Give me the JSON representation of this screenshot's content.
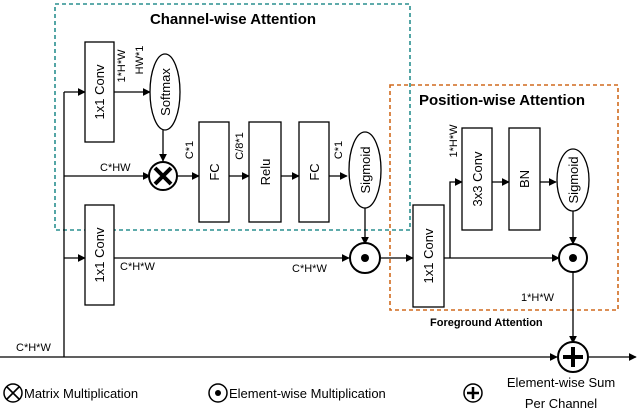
{
  "channel_title": "Channel-wise Attention",
  "position_title": "Position-wise Attention",
  "blocks": {
    "conv1": "1x1 Conv",
    "softmax": "Softmax",
    "fc1": "FC",
    "relu": "Relu",
    "fc2": "FC",
    "sigmoid1": "Sigmoid",
    "conv2": "1x1 Conv",
    "conv3": "1x1 Conv",
    "conv33": "3x3 Conv",
    "bn": "BN",
    "sigmoid2": "Sigmoid"
  },
  "labels": {
    "l_1hw_a": "1*H*W",
    "l_hw1": "HW*1",
    "l_chw_top": "C*HW",
    "l_c1_a": "C*1",
    "l_c8": "C/8*1",
    "l_c1_b": "C*1",
    "l_chw_mid": "C*H*W",
    "l_chw_mul": "C*H*W",
    "l_1hw_b": "1*H*W",
    "l_1hw_c": "1*H*W",
    "l_fg": "Foreground Attention",
    "l_chw_in": "C*H*W"
  },
  "legend": {
    "matmul": "Matrix Multiplication",
    "elemmul": "Element-wise Multiplication",
    "sum_line1": "Element-wise Sum",
    "sum_line2": "Per Channel"
  },
  "colors": {
    "channel_box": "#2a8f8f",
    "position_box": "#d06a1e"
  }
}
